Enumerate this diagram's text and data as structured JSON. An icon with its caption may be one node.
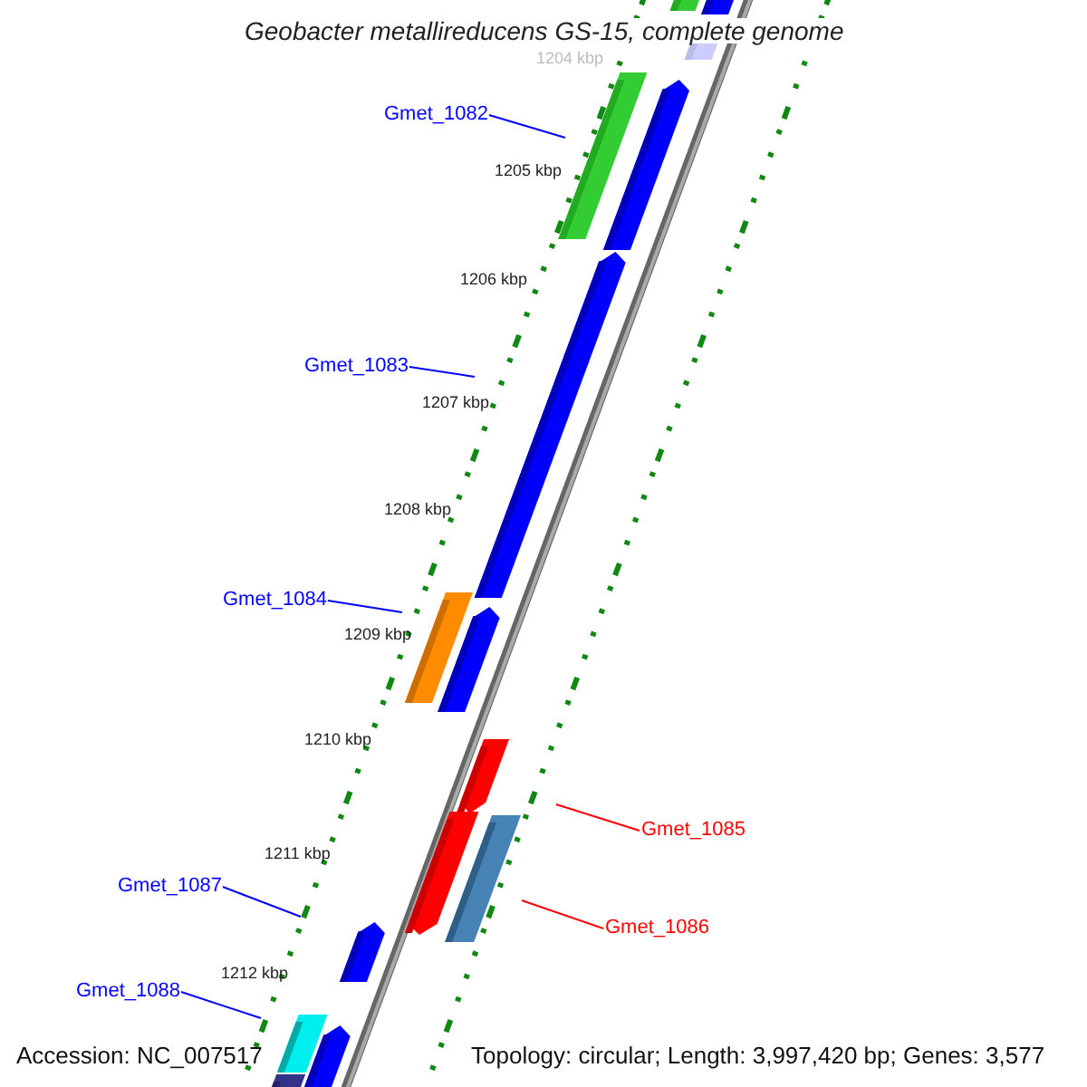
{
  "diagram": {
    "title": "Geobacter metallireducens GS-15, complete genome",
    "nodes": [
      {
        "text": [
          "Gmet_1082"
        ]
      },
      {
        "text": [
          "Gmet_1083"
        ]
      },
      {
        "text": [
          "Gmet_1084"
        ]
      },
      {
        "text": [
          "Gmet_1085"
        ]
      },
      {
        "text": [
          "Gmet_1086"
        ]
      },
      {
        "text": [
          "Gmet_1087"
        ]
      },
      {
        "text": [
          "Gmet_1088"
        ]
      }
    ],
    "edges": [
      {
        "from": 0,
        "to": null,
        "arrow": "none"
      },
      {
        "from": 1,
        "to": null,
        "arrow": "none"
      },
      {
        "from": 2,
        "to": null,
        "arrow": "none"
      },
      {
        "from": 3,
        "to": null,
        "arrow": "none",
        "color": "#ff0000"
      },
      {
        "from": 4,
        "to": null,
        "arrow": "none",
        "color": "#ff0000"
      },
      {
        "from": 5,
        "to": null,
        "arrow": "none"
      },
      {
        "from": 6,
        "to": null,
        "arrow": "none"
      }
    ],
    "labels": [
      "1204 kbp",
      "1205 kbp",
      "1206 kbp",
      "1207 kbp",
      "1208 kbp",
      "1209 kbp",
      "1210 kbp",
      "1211 kbp",
      "1212 kbp",
      "Accession: NC_007517",
      "Topology: circular; Length: 3,997,420 bp; Genes: 3,577"
    ]
  }
}
